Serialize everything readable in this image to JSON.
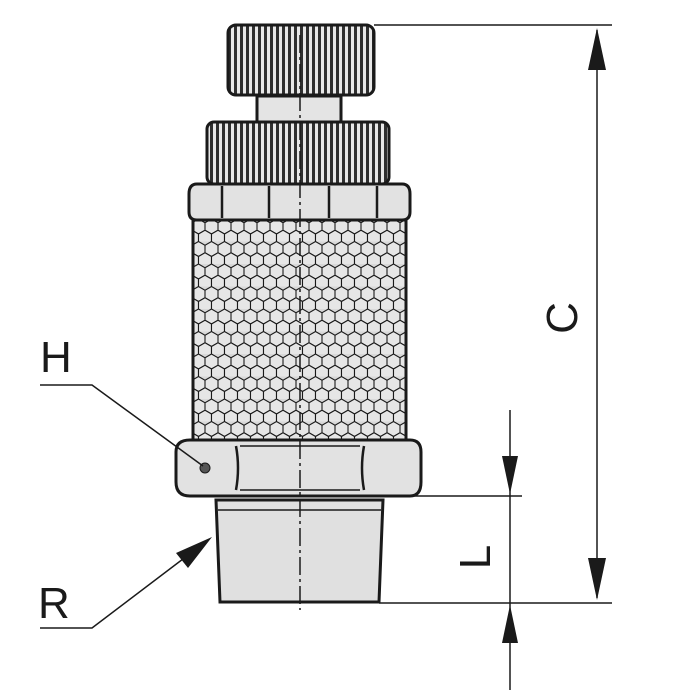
{
  "labels": {
    "H": "H",
    "R": "R",
    "C": "C",
    "L": "L"
  },
  "colors": {
    "outline": "#1a1a1a",
    "metal": "#dcdcdc",
    "metal_light": "#ececec",
    "knurl": "#3a3a3a",
    "background": "#ffffff"
  },
  "icons": {
    "arrow_head": "filled-triangle"
  }
}
